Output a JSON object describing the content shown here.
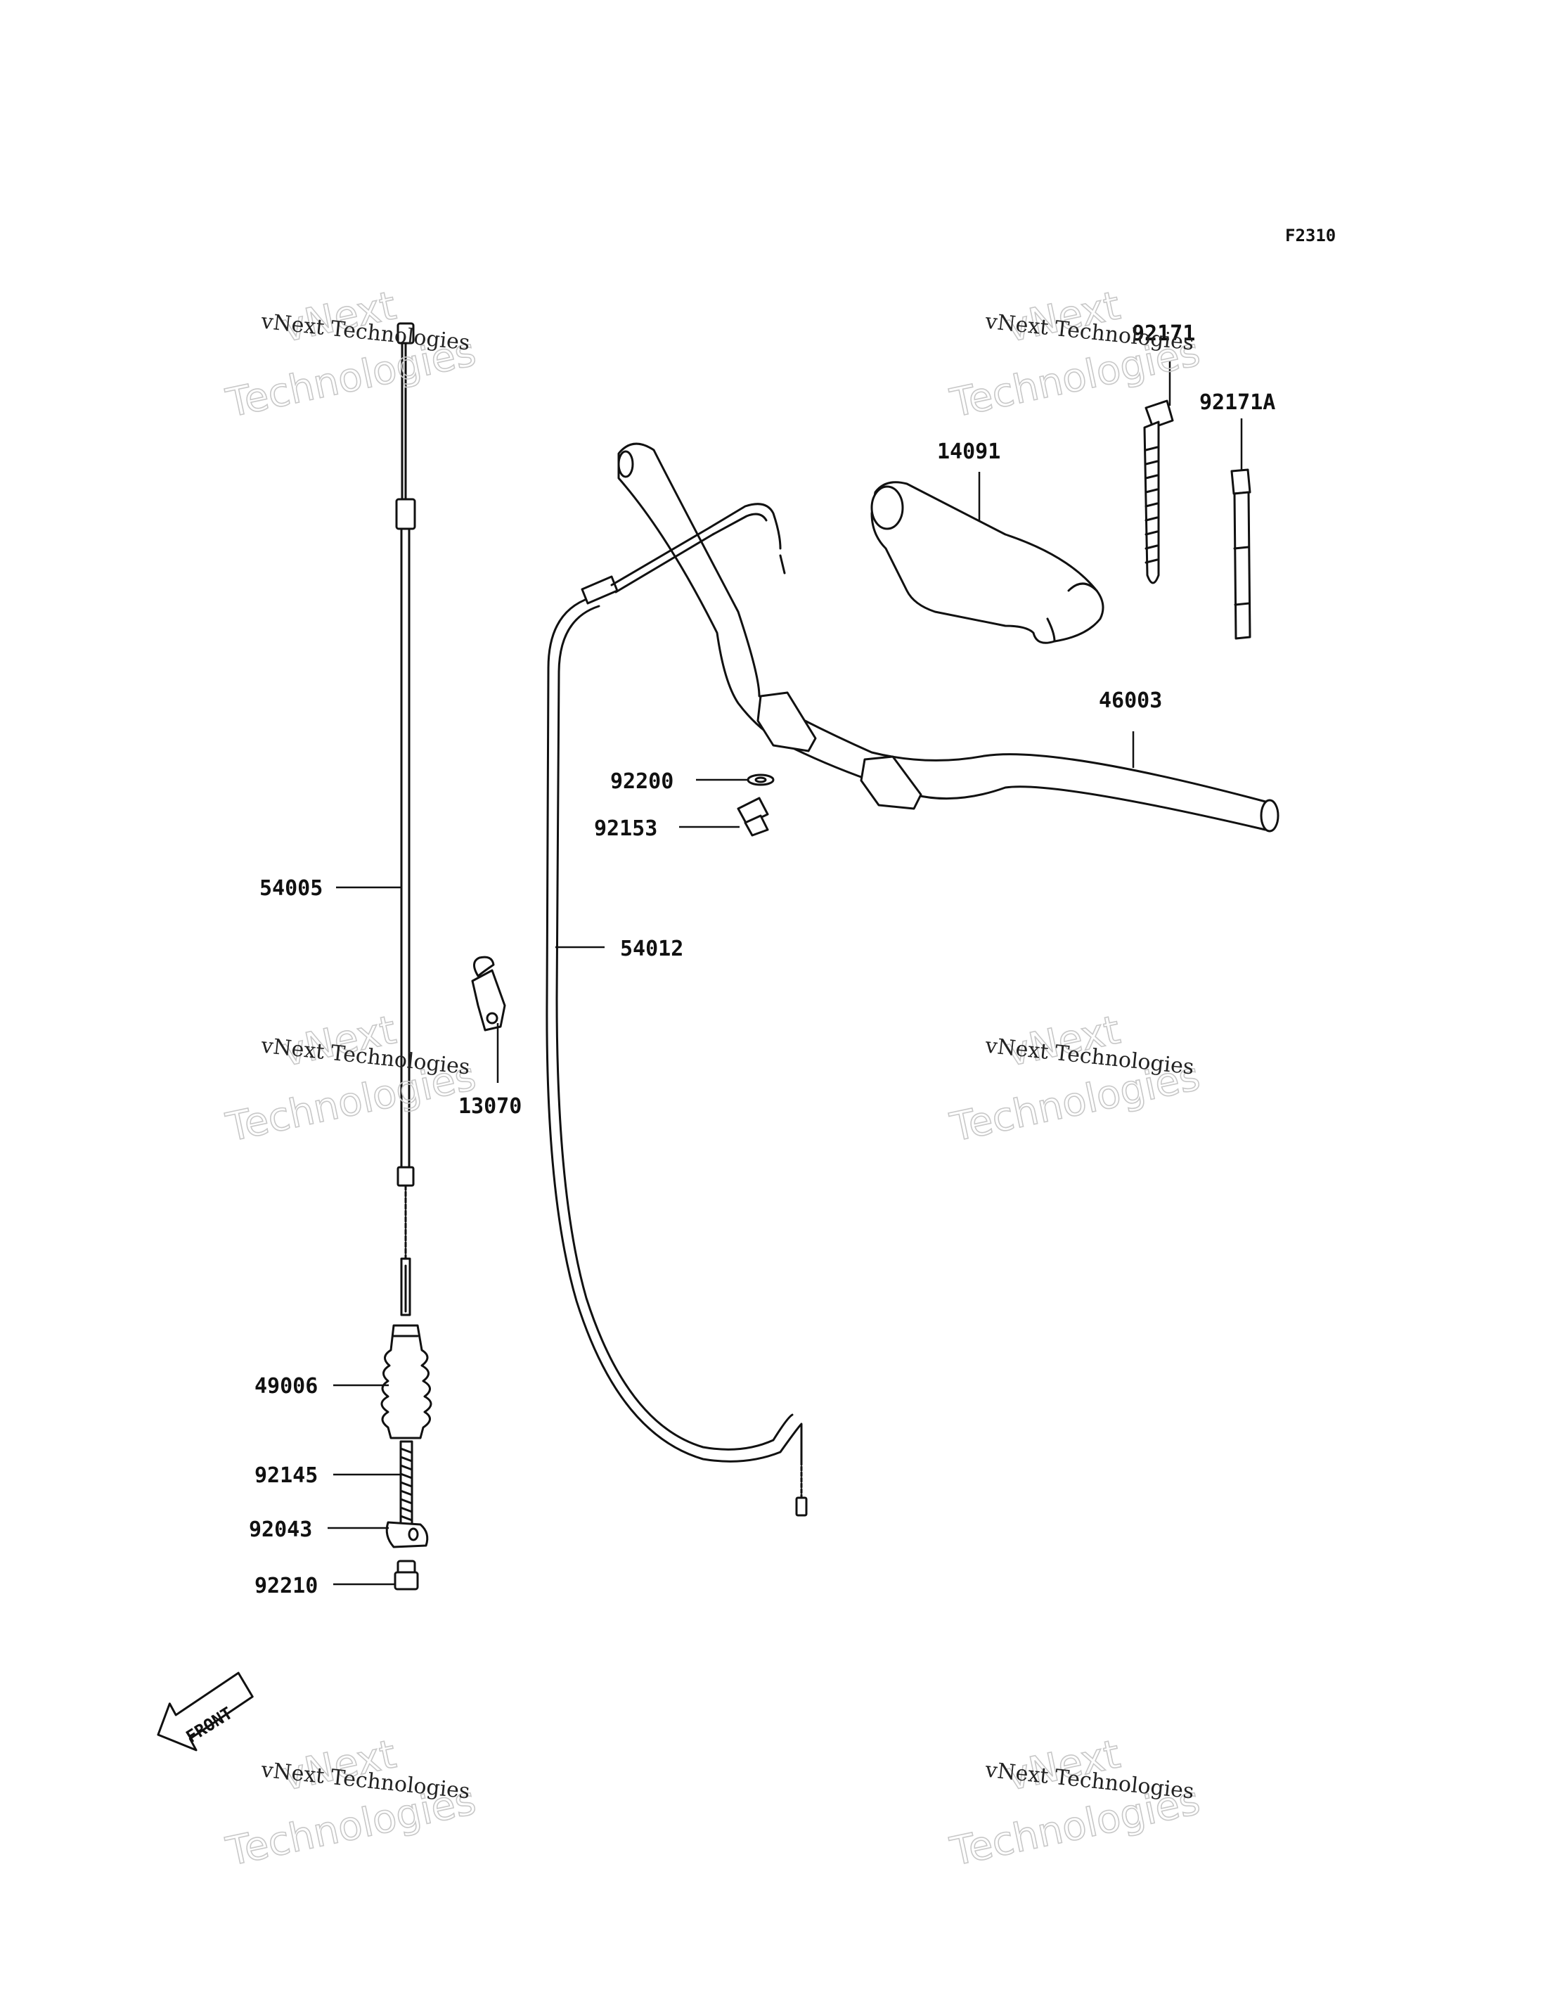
{
  "diagram_code": "F2310",
  "watermark": {
    "line1": "vNext Technologies",
    "line2": "vNext",
    "line3": "Technologies"
  },
  "front_label": "FRONT",
  "parts": [
    {
      "id": "p54005",
      "label": "54005"
    },
    {
      "id": "p54012",
      "label": "54012"
    },
    {
      "id": "p46003",
      "label": "46003"
    },
    {
      "id": "p14091",
      "label": "14091"
    },
    {
      "id": "p92171",
      "label": "92171"
    },
    {
      "id": "p92171A",
      "label": "92171A"
    },
    {
      "id": "p92200",
      "label": "92200"
    },
    {
      "id": "p92153",
      "label": "92153"
    },
    {
      "id": "p13070",
      "label": "13070"
    },
    {
      "id": "p49006",
      "label": "49006"
    },
    {
      "id": "p92145",
      "label": "92145"
    },
    {
      "id": "p92043",
      "label": "92043"
    },
    {
      "id": "p92210",
      "label": "92210"
    }
  ]
}
